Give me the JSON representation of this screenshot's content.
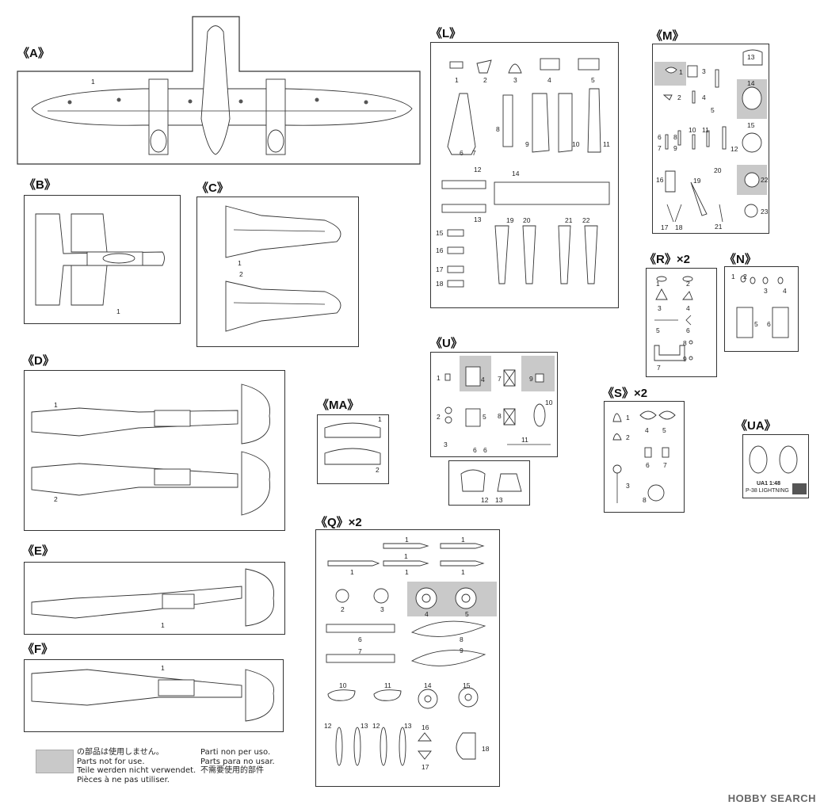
{
  "sprues": {
    "A": {
      "label": "《A》",
      "parts": [
        "1"
      ]
    },
    "B": {
      "label": "《B》",
      "parts": [
        "1"
      ]
    },
    "C": {
      "label": "《C》",
      "parts": [
        "1",
        "2"
      ]
    },
    "D": {
      "label": "《D》",
      "parts": [
        "1",
        "2"
      ]
    },
    "E": {
      "label": "《E》",
      "parts": [
        "1"
      ]
    },
    "F": {
      "label": "《F》",
      "parts": [
        "1"
      ]
    },
    "L": {
      "label": "《L》",
      "parts": [
        "1",
        "2",
        "3",
        "4",
        "5",
        "6",
        "7",
        "8",
        "9",
        "10",
        "11",
        "12",
        "13",
        "14",
        "15",
        "16",
        "17",
        "18",
        "19",
        "20",
        "21",
        "22"
      ]
    },
    "M": {
      "label": "《M》",
      "parts": [
        "1",
        "2",
        "3",
        "4",
        "5",
        "6",
        "7",
        "8",
        "9",
        "10",
        "11",
        "12",
        "13",
        "14",
        "15",
        "16",
        "17",
        "18",
        "19",
        "20",
        "21",
        "22",
        "23"
      ]
    },
    "MA": {
      "label": "《MA》",
      "parts": [
        "1",
        "2"
      ]
    },
    "U": {
      "label": "《U》",
      "parts": [
        "1",
        "2",
        "3",
        "4",
        "5",
        "6",
        "6",
        "7",
        "8",
        "9",
        "10",
        "11",
        "12",
        "13"
      ]
    },
    "R": {
      "label": "《R》×2",
      "parts": [
        "1",
        "2",
        "3",
        "4",
        "5",
        "6",
        "7",
        "8",
        "9"
      ]
    },
    "N": {
      "label": "《N》",
      "parts": [
        "1",
        "2",
        "3",
        "4",
        "5",
        "6"
      ]
    },
    "S": {
      "label": "《S》×2",
      "parts": [
        "1",
        "2",
        "3",
        "4",
        "5",
        "6",
        "7",
        "8"
      ]
    },
    "UA": {
      "label": "《UA》",
      "decal_text_1": "UA1 1:48",
      "decal_text_2": "P-38 LIGHTNING"
    },
    "Q": {
      "label": "《Q》×2",
      "parts": [
        "1",
        "1",
        "1",
        "1",
        "1",
        "1",
        "2",
        "3",
        "4",
        "5",
        "6",
        "7",
        "8",
        "9",
        "10",
        "11",
        "12",
        "13",
        "12",
        "13",
        "14",
        "15",
        "16",
        "17",
        "18"
      ]
    }
  },
  "legend": {
    "lines_left": [
      "の部品は使用しません。",
      "Parts not for use.",
      "Teile werden nicht verwendet.",
      "Pièces à ne pas utiliser."
    ],
    "lines_right": [
      "Parti non per uso.",
      "Parts para no usar.",
      "不需要使用的部件"
    ]
  },
  "watermark": "HOBBY SEARCH",
  "colors": {
    "unused_parts_shade": "#c9c9c9",
    "line": "#333333"
  }
}
